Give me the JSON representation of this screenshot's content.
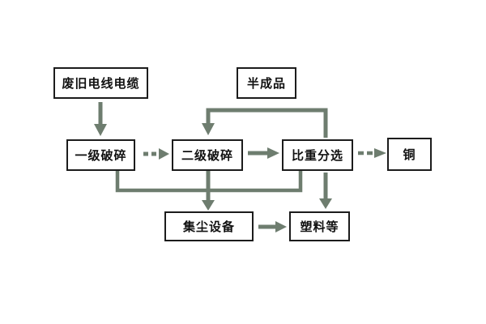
{
  "colors": {
    "arrow": "#6e7d6f",
    "box_border": "#1c1c1c",
    "text": "#111111",
    "background": "#ffffff"
  },
  "nodes": {
    "waste_cable": {
      "label": "废旧电线电缆"
    },
    "semi_finished": {
      "label": "半成品"
    },
    "primary_crush": {
      "label": "一级破碎"
    },
    "secondary_crush": {
      "label": "二级破碎"
    },
    "gravity_sort": {
      "label": "比重分选"
    },
    "copper": {
      "label": "铜"
    },
    "dust_collector": {
      "label": "集尘设备"
    },
    "plastics": {
      "label": "塑料等"
    }
  },
  "edges": [
    {
      "from": "废旧电线电缆",
      "to": "一级破碎"
    },
    {
      "from": "一级破碎",
      "to": "二级破碎"
    },
    {
      "from": "二级破碎",
      "to": "比重分选"
    },
    {
      "from": "比重分选",
      "to": "铜"
    },
    {
      "from": "比重分选",
      "to": "二级破碎",
      "via": "半成品"
    },
    {
      "from": "一级破碎",
      "to": "集尘设备"
    },
    {
      "from": "二级破碎",
      "to": "集尘设备"
    },
    {
      "from": "比重分选",
      "to": "集尘设备"
    },
    {
      "from": "比重分选",
      "to": "塑料等"
    },
    {
      "from": "集尘设备",
      "to": "塑料等"
    }
  ]
}
